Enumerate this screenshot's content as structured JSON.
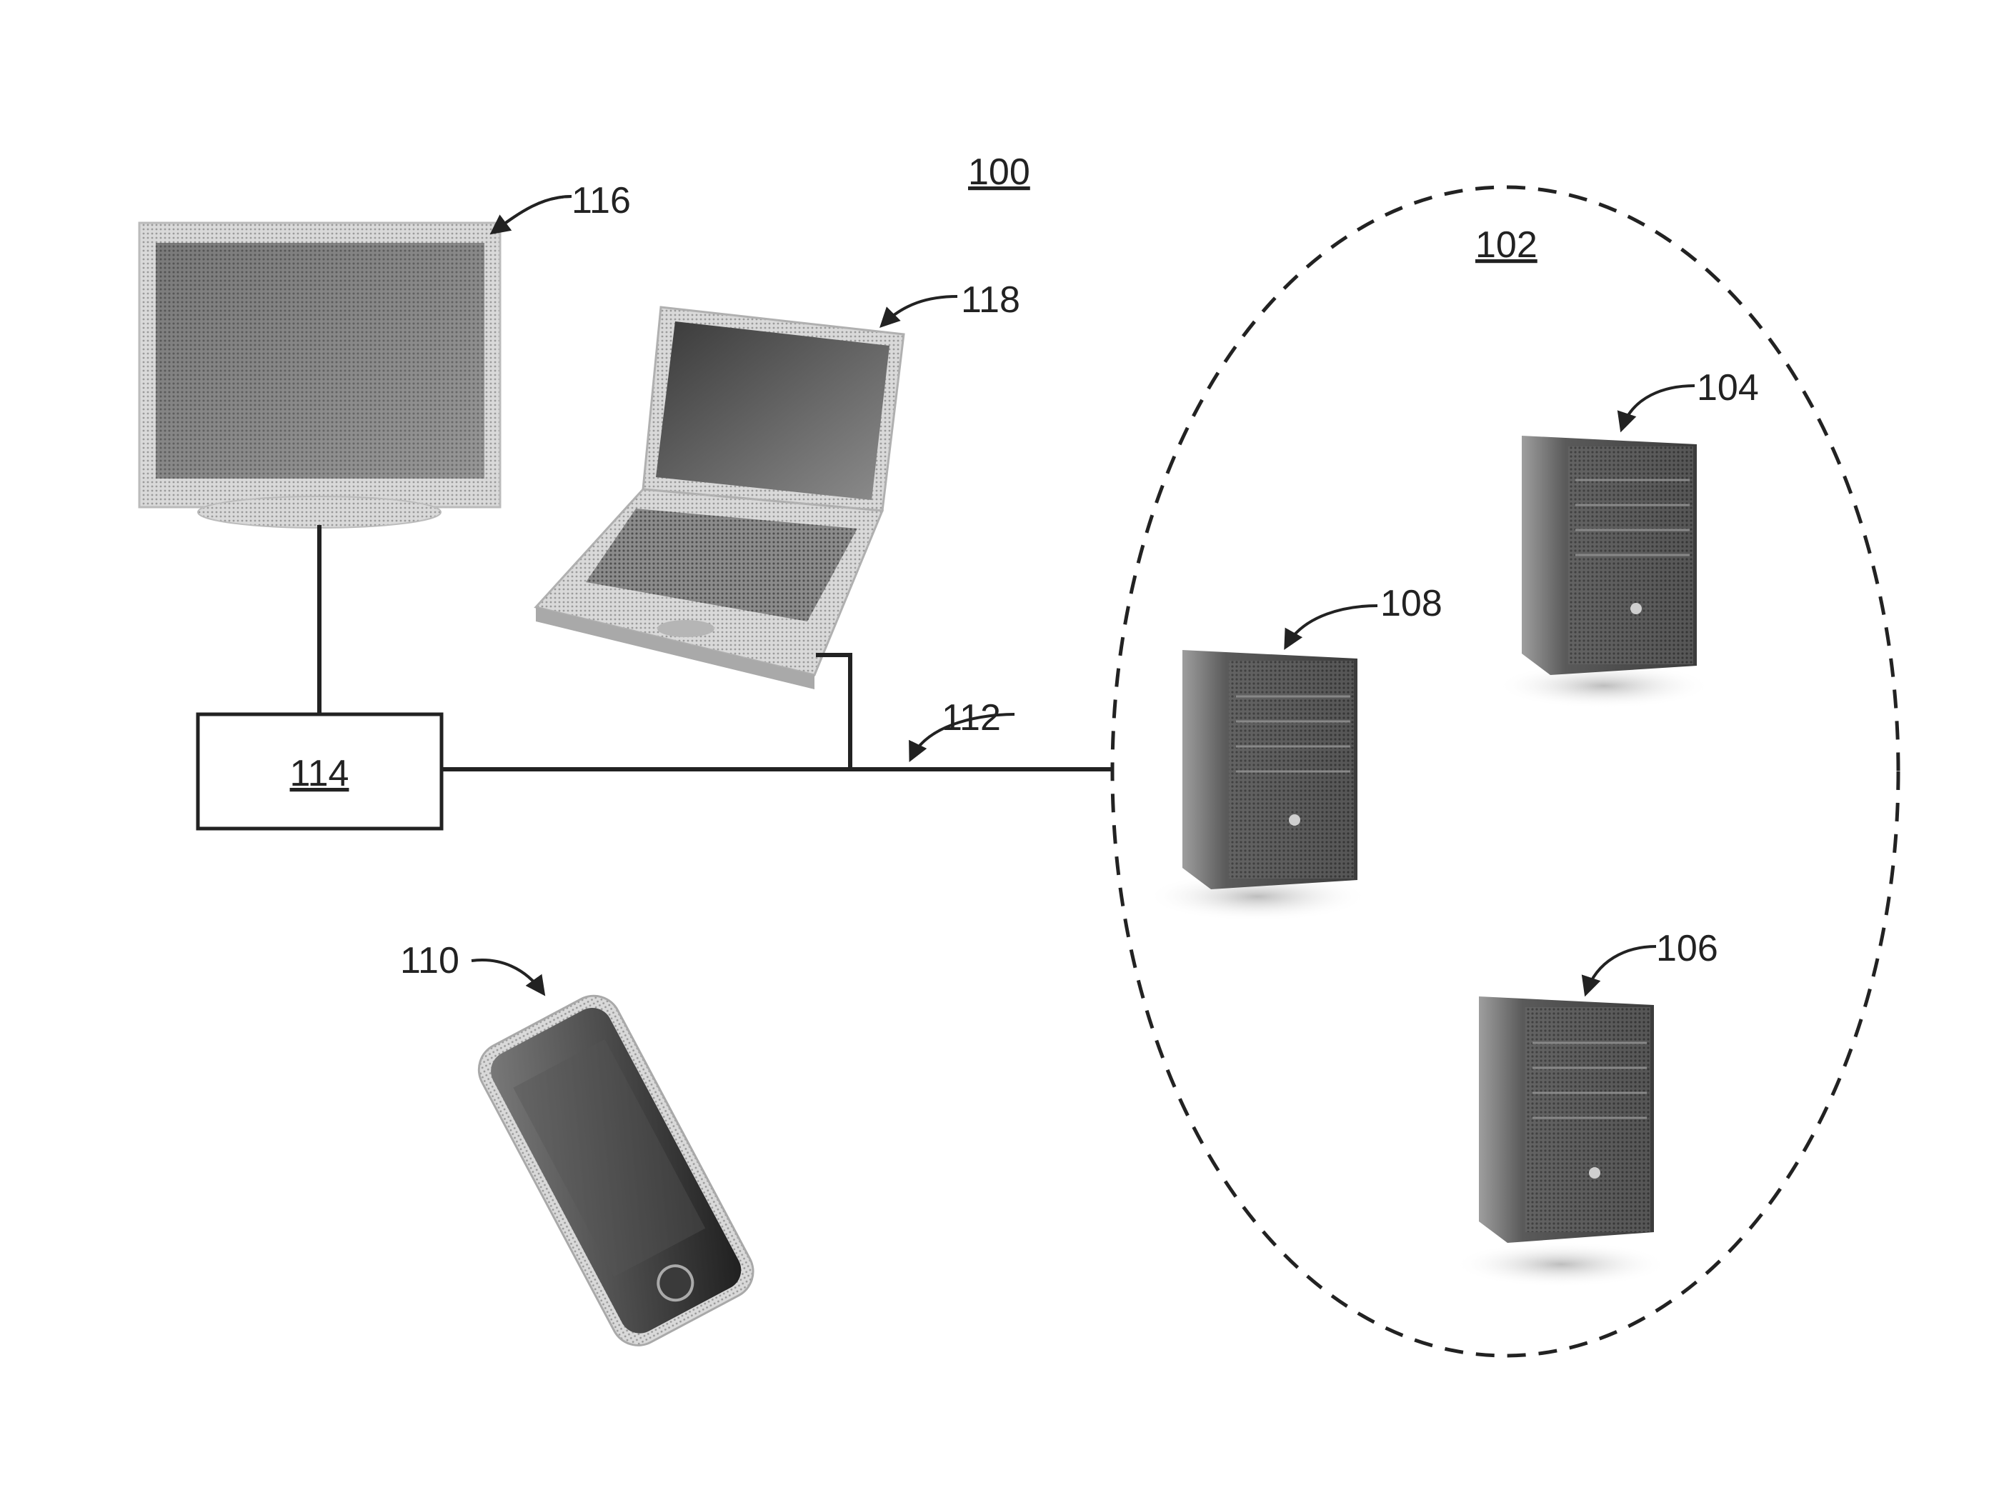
{
  "labels": {
    "system": "100",
    "cloud": "102",
    "server_a": "104",
    "server_b": "106",
    "server_c": "108",
    "phone": "110",
    "network": "112",
    "box": "114",
    "monitor": "116",
    "laptop": "118"
  },
  "icons": {
    "monitor": "monitor-icon",
    "laptop": "laptop-icon",
    "phone": "smartphone-icon",
    "server": "server-tower-icon"
  }
}
